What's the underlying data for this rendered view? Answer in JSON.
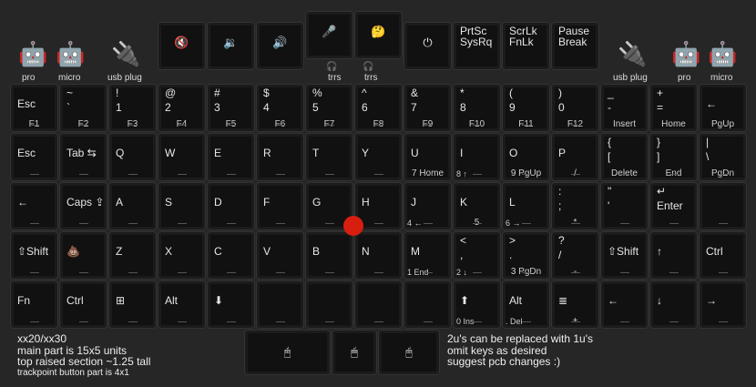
{
  "board": {
    "bottom_left_notes": [
      "xx20/xx30",
      "main part is 15x5 units",
      "top raised section ~1.25 tall"
    ],
    "bottom_left_small": "trackpoint button part is 4x1",
    "bottom_right_notes": [
      "2u's can be replaced with 1u's",
      "omit keys as desired",
      "suggest pcb changes :)"
    ],
    "labels": {
      "pro": "pro",
      "micro": "micro",
      "usb_plug": "usb plug",
      "trrs": "trrs"
    },
    "top_keys": {
      "mute": "🔇",
      "vol_down": "🔉",
      "vol_up": "🔊",
      "mic": "🎤",
      "think": "🤔",
      "power": "⏻",
      "prtsc": [
        "PrtSc",
        "SysRq"
      ],
      "scrlk": [
        "ScrLk",
        "FnLk"
      ],
      "pause": [
        "Pause",
        "Break"
      ]
    },
    "mouse_buttons": [
      "🖰",
      "🖱",
      "🖰"
    ],
    "rows": [
      [
        [
          "Esc",
          "",
          "F1"
        ],
        [
          "~",
          "`",
          "F2"
        ],
        [
          "!",
          "1",
          "F3"
        ],
        [
          "@",
          "2",
          "F4"
        ],
        [
          "#",
          "3",
          "F5"
        ],
        [
          "$",
          "4",
          "F6"
        ],
        [
          "%",
          "5",
          "F7"
        ],
        [
          "^",
          "6",
          "F8"
        ],
        [
          "&",
          "7",
          "F9"
        ],
        [
          "*",
          "8",
          "F10"
        ],
        [
          "(",
          "9",
          "F11"
        ],
        [
          ")",
          "0",
          "F12"
        ],
        [
          "_",
          "-",
          "Insert"
        ],
        [
          "+",
          "=",
          "Home"
        ],
        [
          "←",
          "",
          "PgUp"
        ]
      ],
      [
        [
          "Esc",
          "",
          ""
        ],
        [
          "Tab ⇆",
          "",
          ""
        ],
        [
          "Q",
          "",
          ""
        ],
        [
          "W",
          "",
          ""
        ],
        [
          "E",
          "",
          ""
        ],
        [
          "R",
          "",
          ""
        ],
        [
          "T",
          "",
          ""
        ],
        [
          "Y",
          "",
          ""
        ],
        [
          "U",
          "",
          "7 Home"
        ],
        [
          "I",
          "",
          "8      ↑"
        ],
        [
          "O",
          "",
          "9 PgUp"
        ],
        [
          "P",
          "",
          "/"
        ],
        [
          "{",
          "[",
          "Delete"
        ],
        [
          "}",
          "]",
          "End"
        ],
        [
          "|",
          "\\",
          "PgDn"
        ]
      ],
      [
        [
          "←",
          "",
          ""
        ],
        [
          "Caps ⇪",
          "",
          ""
        ],
        [
          "A",
          "",
          ""
        ],
        [
          "S",
          "",
          ""
        ],
        [
          "D",
          "",
          ""
        ],
        [
          "F",
          "",
          ""
        ],
        [
          "G",
          "",
          ""
        ],
        [
          "H",
          "",
          ""
        ],
        [
          "J",
          "",
          "4      ←"
        ],
        [
          "K",
          "",
          "5"
        ],
        [
          "L",
          "",
          "6      →"
        ],
        [
          ":",
          ";",
          "*"
        ],
        [
          "\"",
          "'",
          ""
        ],
        [
          "↵",
          "Enter",
          ""
        ],
        [
          "",
          "",
          ""
        ]
      ],
      [
        [
          "⇧Shift",
          "",
          ""
        ],
        [
          "💩",
          "",
          ""
        ],
        [
          "Z",
          "",
          ""
        ],
        [
          "X",
          "",
          ""
        ],
        [
          "C",
          "",
          ""
        ],
        [
          "V",
          "",
          ""
        ],
        [
          "B",
          "",
          ""
        ],
        [
          "N",
          "",
          ""
        ],
        [
          "M",
          "",
          "1    End"
        ],
        [
          "<",
          ",",
          "2      ↓"
        ],
        [
          ">",
          ".",
          "3 PgDn"
        ],
        [
          "?",
          "/",
          "-"
        ],
        [
          "⇧Shift",
          "",
          ""
        ],
        [
          "↑",
          "",
          ""
        ],
        [
          "Ctrl",
          "",
          ""
        ]
      ],
      [
        [
          "Fn",
          "",
          ""
        ],
        [
          "Ctrl",
          "",
          ""
        ],
        [
          "⊞",
          "",
          ""
        ],
        [
          "Alt",
          "",
          ""
        ],
        [
          "⬇",
          "",
          ""
        ],
        [
          "",
          "",
          ""
        ],
        [
          "",
          "",
          ""
        ],
        [
          "",
          "",
          ""
        ],
        [
          "",
          "",
          ""
        ],
        [
          "⬆",
          "",
          "0      Ins"
        ],
        [
          "Alt",
          "",
          ".     Del"
        ],
        [
          "≣",
          "",
          "+"
        ],
        [
          "←",
          "",
          ""
        ],
        [
          "↓",
          "",
          ""
        ],
        [
          "→",
          "",
          ""
        ]
      ]
    ]
  }
}
